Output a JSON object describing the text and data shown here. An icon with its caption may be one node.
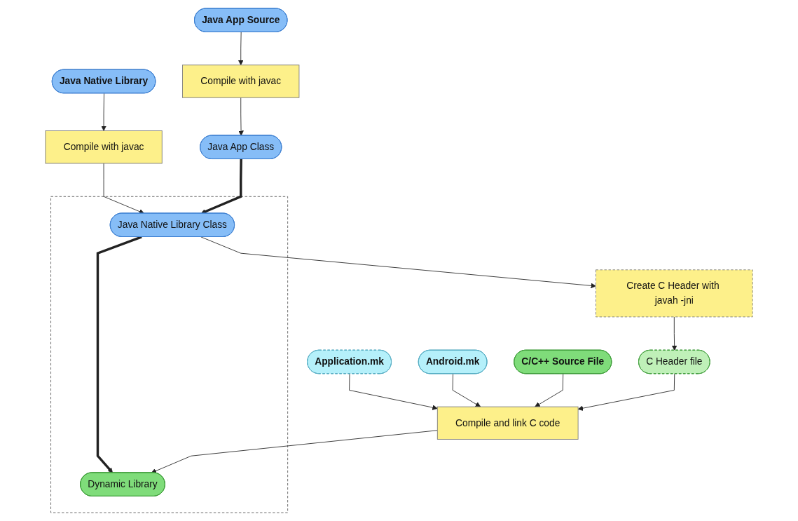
{
  "diagram": {
    "nodes": [
      {
        "text": [
          "Java Native Library"
        ]
      },
      {
        "text": [
          "Java App Source"
        ]
      },
      {
        "text": [
          "Compile with javac"
        ]
      },
      {
        "text": [
          "Compile with javac"
        ]
      },
      {
        "text": [],
        "shape": "box"
      },
      {
        "text": [
          "Dynamic Library"
        ],
        "in": 4
      },
      {
        "text": [
          "Java Native Library Class"
        ],
        "in": 4
      },
      {
        "text": [
          "Java App Class"
        ]
      },
      {
        "text": [
          "Application.mk"
        ]
      },
      {
        "text": [
          "Compile and link C code"
        ]
      },
      {
        "text": [
          "Create C Header with javah -jni"
        ]
      },
      {
        "text": [
          "Android.mk"
        ]
      },
      {
        "text": [
          "C/C++ Source File"
        ]
      },
      {
        "text": [
          "C Header file"
        ]
      }
    ],
    "edges": [
      {
        "from": 0,
        "to": 2,
        "arrow": "to"
      },
      {
        "from": 1,
        "to": 3,
        "arrow": "to"
      },
      {
        "from": 2,
        "to": 6,
        "arrow": "to"
      },
      {
        "from": 3,
        "to": 7,
        "arrow": "to"
      },
      {
        "from": 7,
        "to": 6,
        "arrow": "to",
        "style": "thick"
      },
      {
        "from": 6,
        "to": 5,
        "arrow": "to",
        "style": "thick"
      },
      {
        "from": 6,
        "to": 10,
        "arrow": "to"
      },
      {
        "from": 10,
        "to": 13,
        "arrow": "to"
      },
      {
        "from": 9,
        "to": 5,
        "arrow": "to"
      },
      {
        "from": 8,
        "to": 9,
        "arrow": "to"
      },
      {
        "from": 11,
        "to": 9,
        "arrow": "to"
      },
      {
        "from": 12,
        "to": 9,
        "arrow": "to"
      },
      {
        "from": 13,
        "to": 9,
        "arrow": "to"
      }
    ]
  }
}
